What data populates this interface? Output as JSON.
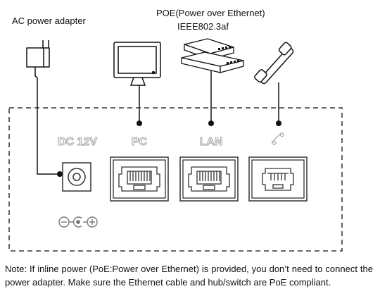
{
  "labels": {
    "ac_adapter": "AC power adapter",
    "poe_line1": "POE(Power over Ethernet)",
    "poe_line2": "IEEE802.3af"
  },
  "ports": {
    "dc": "DC 12V",
    "pc": "PC",
    "lan": "LAN"
  },
  "note": "Note: If inline power (PoE:Power over Ethernet) is provided, you don’t need to connect the power adapter. Make sure the Ethernet cable and hub/switch are PoE compliant.",
  "icons": [
    "power-adapter-icon",
    "monitor-icon",
    "network-switch-icon",
    "handset-icon",
    "polarity-symbol-icon"
  ],
  "colors": {
    "line": "#111111",
    "port_label": "#a9a9a9",
    "port_box": "#444444"
  }
}
